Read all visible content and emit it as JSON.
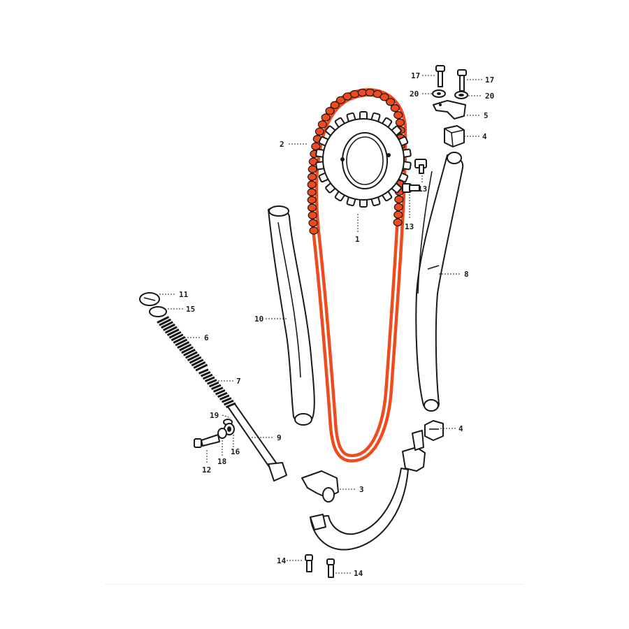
{
  "colors": {
    "chain_highlight": "#f04a1f",
    "line": "#1a1a1a",
    "background": "#ffffff"
  },
  "callouts": {
    "sprocket": "1",
    "chain": "2",
    "lower_guide": "3",
    "damper_upper": "4",
    "damper_lower": "4",
    "bracket": "5",
    "spring_outer": "6",
    "spring_inner": "7",
    "guide_right": "8",
    "push_rod": "9",
    "guide_left": "10",
    "cap": "11",
    "bolt_12": "12",
    "bolt_13a": "13",
    "bolt_13b": "13",
    "bolt_14a": "14",
    "bolt_14b": "14",
    "washer_15": "15",
    "nut_16": "16",
    "bolt_17a": "17",
    "bolt_17b": "17",
    "ring_18": "18",
    "ring_19": "19",
    "washer_20a": "20",
    "washer_20b": "20"
  }
}
